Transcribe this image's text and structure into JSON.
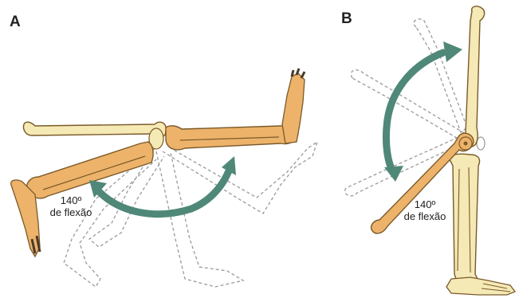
{
  "panels": [
    {
      "label": "A",
      "angle_value": "140º",
      "angle_caption": "de flexão"
    },
    {
      "label": "B",
      "angle_value": "140º",
      "angle_caption": "de flexão"
    }
  ],
  "colors": {
    "bone_pale": "#f5e9b5",
    "bone_orange": "#edb36a",
    "bone_outline": "#7a5a2a",
    "ghost_outline": "#9a9a9a",
    "arc_arrow": "#4f8878",
    "toe_dark": "#4a3a2a"
  }
}
